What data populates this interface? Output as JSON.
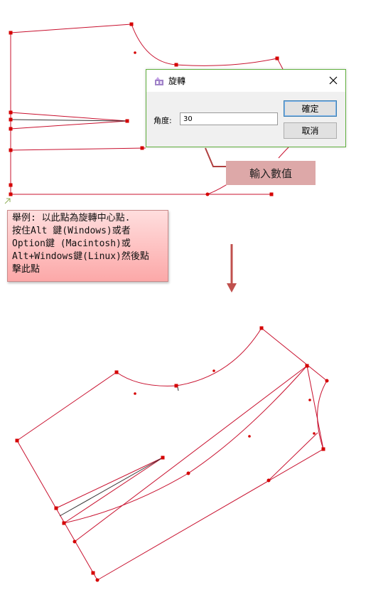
{
  "dialog": {
    "title": "旋轉",
    "angle_label": "角度:",
    "angle_value": "30",
    "ok_label": "確定",
    "cancel_label": "取消"
  },
  "callout_text": "輸入數值",
  "note_text": "舉例: 以此點為旋轉中心點.\n按住Alt 鍵(Windows)或者\nOption鍵 (Macintosh)或\nAlt+Windows鍵(Linux)然後點\n擊此點",
  "icons": [
    "app-icon",
    "close-icon",
    "down-arrow-icon",
    "cursor-pointer-icon"
  ],
  "colors": {
    "pattern_line": "#c8102e",
    "point": "#d50000",
    "dialog_border": "#5fae3c",
    "callout_bg": "#dda8a8",
    "note_bg_top": "#ffdede",
    "note_bg_bottom": "#fca8a8"
  }
}
